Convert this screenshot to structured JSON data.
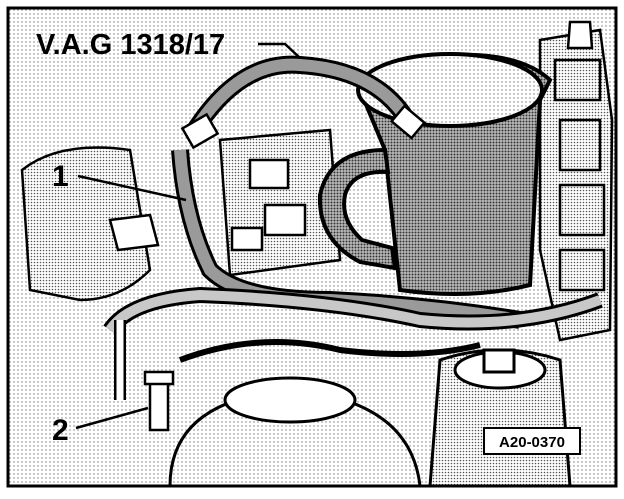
{
  "figure": {
    "title_callout": "V.A.G 1318/17",
    "callouts": [
      {
        "label": "1"
      },
      {
        "label": "2"
      }
    ],
    "figure_id": "A20-0370"
  }
}
